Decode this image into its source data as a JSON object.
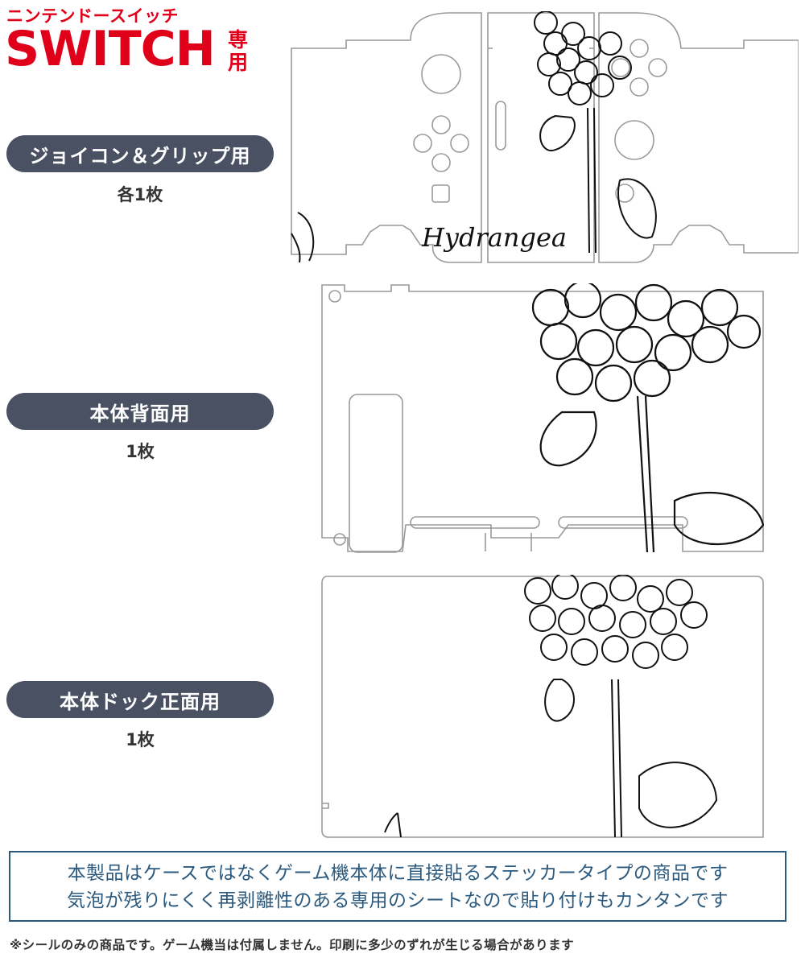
{
  "brand": {
    "sub_title": "ニンテンドースイッチ",
    "main_title": "SWITCH",
    "tag": "専用"
  },
  "sections": [
    {
      "label": "ジョイコン＆グリップ用",
      "quantity": "各1枚"
    },
    {
      "label": "本体背面用",
      "quantity": "1枚"
    },
    {
      "label": "本体ドック正面用",
      "quantity": "1枚"
    }
  ],
  "artwork": {
    "script_text": "Hydrangea"
  },
  "notice": {
    "line1": "本製品はケースではなくゲーム機本体に直接貼るステッカータイプの商品です",
    "line2": "気泡が残りにくく再剥離性のある専用のシートなので貼り付けもカンタンです"
  },
  "footnote": "※シールのみの商品です。ゲーム機当は付属しません。印刷に多少のずれが生じる場合があります",
  "colors": {
    "brand_red": "#e0001a",
    "pill_bg": "#4a5163",
    "notice_border": "#2a5a7e",
    "outline": "#9a9a9a"
  }
}
